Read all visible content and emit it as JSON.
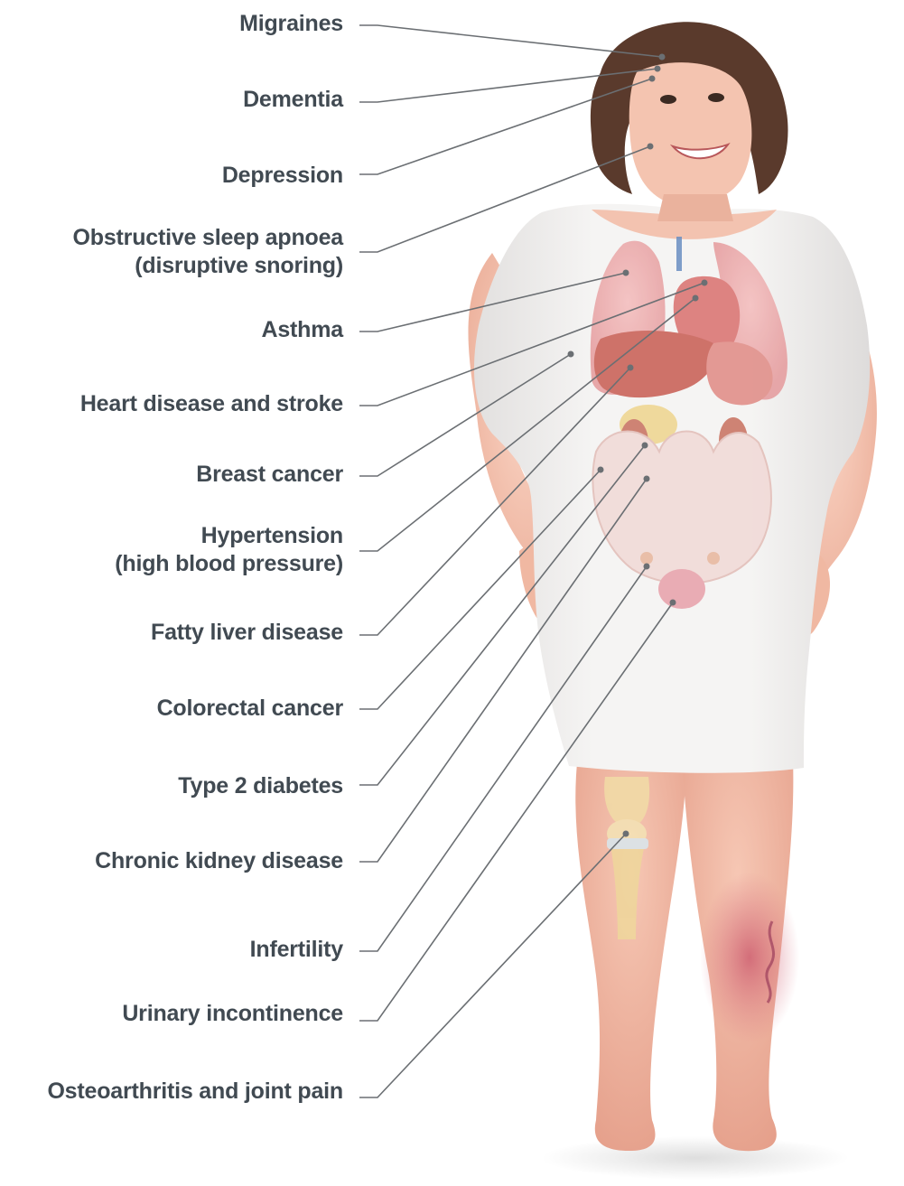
{
  "colors": {
    "label_text": "#414a52",
    "leader_line": "#6b6f73",
    "skin": "#f3c3b0",
    "dress": "#f1f0ef",
    "hair": "#5a3a2c",
    "organs": "#e8a3a0"
  },
  "conditions": [
    {
      "id": "migraines",
      "label": "Migraines",
      "body_part": "head"
    },
    {
      "id": "dementia",
      "label": "Dementia",
      "body_part": "brain"
    },
    {
      "id": "depression",
      "label": "Depression",
      "body_part": "brain"
    },
    {
      "id": "sleep-apnoea",
      "label": "Obstructive sleep apnoea",
      "label2": "(disruptive snoring)",
      "body_part": "throat"
    },
    {
      "id": "asthma",
      "label": "Asthma",
      "body_part": "lungs"
    },
    {
      "id": "heart-disease",
      "label": "Heart disease and stroke",
      "body_part": "heart"
    },
    {
      "id": "breast-cancer",
      "label": "Breast cancer",
      "body_part": "breast"
    },
    {
      "id": "hypertension",
      "label": "Hypertension",
      "label2": "(high blood pressure)",
      "body_part": "heart"
    },
    {
      "id": "fatty-liver",
      "label": "Fatty liver disease",
      "body_part": "liver"
    },
    {
      "id": "colorectal-cancer",
      "label": "Colorectal cancer",
      "body_part": "colon"
    },
    {
      "id": "type2-diabetes",
      "label": "Type 2 diabetes",
      "body_part": "pancreas"
    },
    {
      "id": "kidney-disease",
      "label": "Chronic kidney disease",
      "body_part": "kidney"
    },
    {
      "id": "infertility",
      "label": "Infertility",
      "body_part": "ovaries"
    },
    {
      "id": "incontinence",
      "label": "Urinary incontinence",
      "body_part": "bladder"
    },
    {
      "id": "osteoarthritis",
      "label": "Osteoarthritis and joint pain",
      "body_part": "knee"
    }
  ]
}
